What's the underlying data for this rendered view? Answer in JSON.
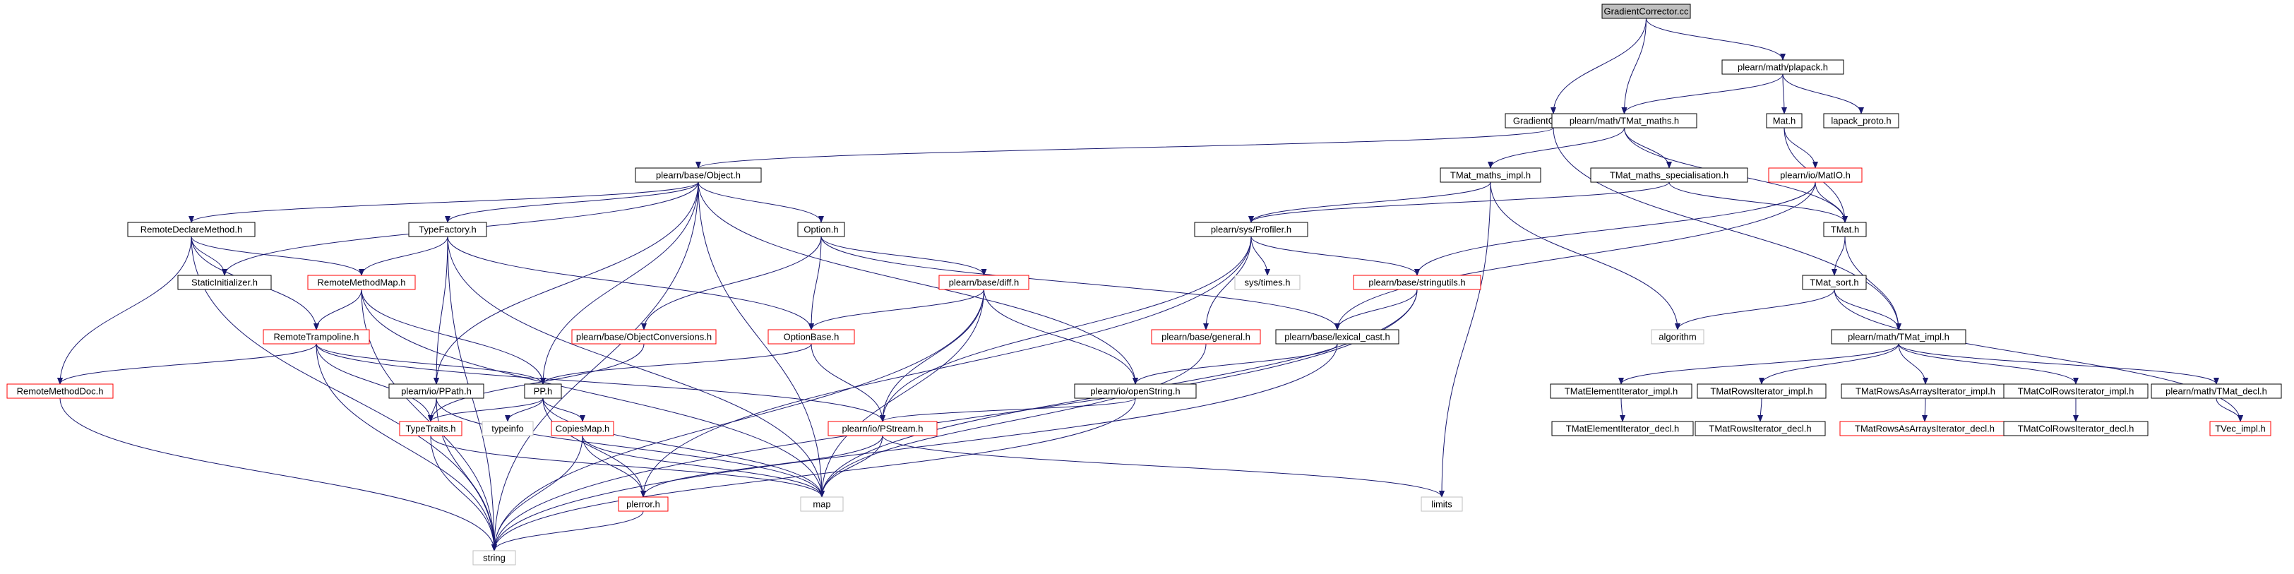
{
  "title": "GradientCorrector.cc",
  "colors": {
    "edge": "#191970",
    "border_main": "#000000",
    "border_undocumented": "#ff0000",
    "border_external": "#bfbfbf",
    "root_fill": "#bfbfbf",
    "node_fill": "#ffffff"
  },
  "nodes": [
    {
      "id": "root",
      "label": "GradientCorrector.cc",
      "kind": "root"
    },
    {
      "id": "gc_h",
      "label": "GradientCorrector.h",
      "kind": "main"
    },
    {
      "id": "tmat_maths",
      "label": "plearn/math/TMat_maths.h",
      "kind": "main"
    },
    {
      "id": "plapack",
      "label": "plearn/math/plapack.h",
      "kind": "main"
    },
    {
      "id": "mat_h",
      "label": "Mat.h",
      "kind": "main"
    },
    {
      "id": "lapack_proto",
      "label": "lapack_proto.h",
      "kind": "main"
    },
    {
      "id": "object",
      "label": "plearn/base/Object.h",
      "kind": "main"
    },
    {
      "id": "tmat_maths_impl",
      "label": "TMat_maths_impl.h",
      "kind": "main"
    },
    {
      "id": "tmat_maths_spec",
      "label": "TMat_maths_specialisation.h",
      "kind": "main"
    },
    {
      "id": "matio",
      "label": "plearn/io/MatIO.h",
      "kind": "red"
    },
    {
      "id": "remote_declare",
      "label": "RemoteDeclareMethod.h",
      "kind": "main"
    },
    {
      "id": "typefactory",
      "label": "TypeFactory.h",
      "kind": "main"
    },
    {
      "id": "option",
      "label": "Option.h",
      "kind": "main"
    },
    {
      "id": "profiler",
      "label": "plearn/sys/Profiler.h",
      "kind": "main"
    },
    {
      "id": "tmat_h",
      "label": "TMat.h",
      "kind": "main"
    },
    {
      "id": "static_init",
      "label": "StaticInitializer.h",
      "kind": "main"
    },
    {
      "id": "remote_method_map",
      "label": "RemoteMethodMap.h",
      "kind": "red"
    },
    {
      "id": "diff",
      "label": "plearn/base/diff.h",
      "kind": "red"
    },
    {
      "id": "systimes",
      "label": "sys/times.h",
      "kind": "ext"
    },
    {
      "id": "stringutils",
      "label": "plearn/base/stringutils.h",
      "kind": "red"
    },
    {
      "id": "tmat_sort",
      "label": "TMat_sort.h",
      "kind": "main"
    },
    {
      "id": "remote_tramp",
      "label": "RemoteTrampoline.h",
      "kind": "red"
    },
    {
      "id": "objconv",
      "label": "plearn/base/ObjectConversions.h",
      "kind": "red"
    },
    {
      "id": "optionbase",
      "label": "OptionBase.h",
      "kind": "red"
    },
    {
      "id": "general",
      "label": "plearn/base/general.h",
      "kind": "red"
    },
    {
      "id": "lexical_cast",
      "label": "plearn/base/lexical_cast.h",
      "kind": "main"
    },
    {
      "id": "algorithm",
      "label": "algorithm",
      "kind": "ext"
    },
    {
      "id": "tmat_impl",
      "label": "plearn/math/TMat_impl.h",
      "kind": "main"
    },
    {
      "id": "remote_method_doc",
      "label": "RemoteMethodDoc.h",
      "kind": "red"
    },
    {
      "id": "ppath",
      "label": "plearn/io/PPath.h",
      "kind": "main"
    },
    {
      "id": "pp",
      "label": "PP.h",
      "kind": "main"
    },
    {
      "id": "openstring",
      "label": "plearn/io/openString.h",
      "kind": "main"
    },
    {
      "id": "elem_iter_impl",
      "label": "TMatElementIterator_impl.h",
      "kind": "main"
    },
    {
      "id": "rows_iter_impl",
      "label": "TMatRowsIterator_impl.h",
      "kind": "main"
    },
    {
      "id": "rows_arrays_impl",
      "label": "TMatRowsAsArraysIterator_impl.h",
      "kind": "main"
    },
    {
      "id": "colrows_iter_impl",
      "label": "TMatColRowsIterator_impl.h",
      "kind": "main"
    },
    {
      "id": "tmat_decl",
      "label": "plearn/math/TMat_decl.h",
      "kind": "main"
    },
    {
      "id": "typetraits",
      "label": "TypeTraits.h",
      "kind": "red"
    },
    {
      "id": "typeinfo",
      "label": "typeinfo",
      "kind": "ext"
    },
    {
      "id": "copiesmap",
      "label": "CopiesMap.h",
      "kind": "red"
    },
    {
      "id": "pstream",
      "label": "plearn/io/PStream.h",
      "kind": "red"
    },
    {
      "id": "elem_iter_decl",
      "label": "TMatElementIterator_decl.h",
      "kind": "main"
    },
    {
      "id": "rows_iter_decl",
      "label": "TMatRowsIterator_decl.h",
      "kind": "main"
    },
    {
      "id": "rows_arrays_decl",
      "label": "TMatRowsAsArraysIterator_decl.h",
      "kind": "red"
    },
    {
      "id": "colrows_iter_decl",
      "label": "TMatColRowsIterator_decl.h",
      "kind": "main"
    },
    {
      "id": "tvec_impl",
      "label": "TVec_impl.h",
      "kind": "red"
    },
    {
      "id": "map",
      "label": "map",
      "kind": "ext"
    },
    {
      "id": "limits",
      "label": "limits",
      "kind": "ext"
    },
    {
      "id": "plerror",
      "label": "plerror.h",
      "kind": "red"
    },
    {
      "id": "string",
      "label": "string",
      "kind": "ext"
    }
  ],
  "edges": [
    [
      "root",
      "gc_h"
    ],
    [
      "root",
      "tmat_maths"
    ],
    [
      "root",
      "plapack"
    ],
    [
      "plapack",
      "tmat_maths"
    ],
    [
      "plapack",
      "mat_h"
    ],
    [
      "plapack",
      "lapack_proto"
    ],
    [
      "gc_h",
      "object"
    ],
    [
      "gc_h",
      "tmat_impl"
    ],
    [
      "tmat_maths",
      "tmat_maths_impl"
    ],
    [
      "tmat_maths",
      "tmat_maths_spec"
    ],
    [
      "tmat_maths",
      "tmat_h"
    ],
    [
      "mat_h",
      "matio"
    ],
    [
      "mat_h",
      "tmat_h"
    ],
    [
      "object",
      "remote_declare"
    ],
    [
      "object",
      "static_init"
    ],
    [
      "object",
      "typefactory"
    ],
    [
      "object",
      "option"
    ],
    [
      "object",
      "ppath"
    ],
    [
      "object",
      "pp"
    ],
    [
      "object",
      "openstring"
    ],
    [
      "object",
      "map"
    ],
    [
      "object",
      "string"
    ],
    [
      "tmat_maths_impl",
      "profiler"
    ],
    [
      "tmat_maths_impl",
      "algorithm"
    ],
    [
      "tmat_maths_impl",
      "limits"
    ],
    [
      "tmat_maths_spec",
      "profiler"
    ],
    [
      "tmat_maths_spec",
      "tmat_h"
    ],
    [
      "matio",
      "tmat_h"
    ],
    [
      "matio",
      "stringutils"
    ],
    [
      "matio",
      "lexical_cast"
    ],
    [
      "remote_declare",
      "static_init"
    ],
    [
      "remote_declare",
      "remote_method_map"
    ],
    [
      "remote_declare",
      "remote_tramp"
    ],
    [
      "remote_declare",
      "remote_method_doc"
    ],
    [
      "remote_declare",
      "string"
    ],
    [
      "typefactory",
      "remote_method_map"
    ],
    [
      "typefactory",
      "optionbase"
    ],
    [
      "typefactory",
      "ppath"
    ],
    [
      "typefactory",
      "string"
    ],
    [
      "typefactory",
      "map"
    ],
    [
      "option",
      "optionbase"
    ],
    [
      "option",
      "diff"
    ],
    [
      "option",
      "objconv"
    ],
    [
      "option",
      "lexical_cast"
    ],
    [
      "profiler",
      "systimes"
    ],
    [
      "profiler",
      "stringutils"
    ],
    [
      "profiler",
      "general"
    ],
    [
      "profiler",
      "pstream"
    ],
    [
      "profiler",
      "plerror"
    ],
    [
      "tmat_h",
      "tmat_sort"
    ],
    [
      "tmat_h",
      "tmat_impl"
    ],
    [
      "remote_method_map",
      "remote_tramp"
    ],
    [
      "remote_method_map",
      "pp"
    ],
    [
      "remote_method_map",
      "map"
    ],
    [
      "remote_method_map",
      "string"
    ],
    [
      "diff",
      "optionbase"
    ],
    [
      "diff",
      "openstring"
    ],
    [
      "diff",
      "pstream"
    ],
    [
      "diff",
      "map"
    ],
    [
      "diff",
      "string"
    ],
    [
      "stringutils",
      "lexical_cast"
    ],
    [
      "stringutils",
      "map"
    ],
    [
      "stringutils",
      "string"
    ],
    [
      "tmat_sort",
      "algorithm"
    ],
    [
      "tmat_sort",
      "tmat_impl"
    ],
    [
      "tmat_sort",
      "tvec_impl"
    ],
    [
      "remote_tramp",
      "remote_method_doc"
    ],
    [
      "remote_tramp",
      "typetraits"
    ],
    [
      "remote_tramp",
      "pp"
    ],
    [
      "remote_tramp",
      "pstream"
    ],
    [
      "remote_tramp",
      "string"
    ],
    [
      "objconv",
      "typetraits"
    ],
    [
      "optionbase",
      "pp"
    ],
    [
      "optionbase",
      "pstream"
    ],
    [
      "general",
      "map"
    ],
    [
      "lexical_cast",
      "openstring"
    ],
    [
      "lexical_cast",
      "string"
    ],
    [
      "tmat_impl",
      "elem_iter_impl"
    ],
    [
      "tmat_impl",
      "rows_iter_impl"
    ],
    [
      "tmat_impl",
      "rows_arrays_impl"
    ],
    [
      "tmat_impl",
      "colrows_iter_impl"
    ],
    [
      "tmat_impl",
      "tmat_decl"
    ],
    [
      "remote_method_doc",
      "string"
    ],
    [
      "ppath",
      "typetraits"
    ],
    [
      "ppath",
      "map"
    ],
    [
      "ppath",
      "string"
    ],
    [
      "pp",
      "typetraits"
    ],
    [
      "pp",
      "typeinfo"
    ],
    [
      "pp",
      "copiesmap"
    ],
    [
      "pp",
      "plerror"
    ],
    [
      "pp",
      "map"
    ],
    [
      "openstring",
      "pstream"
    ],
    [
      "openstring",
      "string"
    ],
    [
      "elem_iter_impl",
      "elem_iter_decl"
    ],
    [
      "rows_iter_impl",
      "rows_iter_decl"
    ],
    [
      "rows_arrays_impl",
      "rows_arrays_decl"
    ],
    [
      "colrows_iter_impl",
      "colrows_iter_decl"
    ],
    [
      "tmat_decl",
      "tvec_impl"
    ],
    [
      "typetraits",
      "map"
    ],
    [
      "typetraits",
      "string"
    ],
    [
      "copiesmap",
      "plerror"
    ],
    [
      "copiesmap",
      "map"
    ],
    [
      "copiesmap",
      "string"
    ],
    [
      "pstream",
      "map"
    ],
    [
      "pstream",
      "limits"
    ],
    [
      "pstream",
      "plerror"
    ],
    [
      "plerror",
      "string"
    ]
  ]
}
